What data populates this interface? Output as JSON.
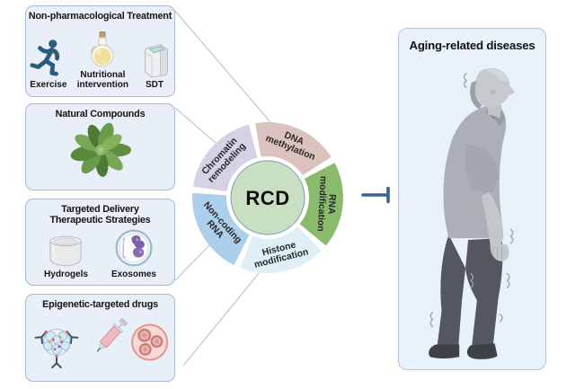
{
  "panels": {
    "box1": {
      "title": "Non-pharmacological Treatment",
      "items": [
        {
          "label": "Exercise"
        },
        {
          "label": "Nutritional intervention"
        },
        {
          "label": "SDT"
        }
      ]
    },
    "box2": {
      "title": "Natural Compounds"
    },
    "box3": {
      "title_line1": "Targeted Delivery",
      "title_line2": "Therapeutic Strategies",
      "items": [
        {
          "label": "Hydrogels"
        },
        {
          "label": "Exosomes"
        }
      ]
    },
    "box4": {
      "title": "Epigenetic-targeted drugs"
    }
  },
  "wheel": {
    "center_label": "RCD",
    "segments": [
      {
        "line1": "DNA",
        "line2": "methylation",
        "color": "#dcc2bc"
      },
      {
        "line1": "RNA",
        "line2": "modification",
        "color": "#8abb6d"
      },
      {
        "line1": "Histone",
        "line2": "modification",
        "color": "#def0f6"
      },
      {
        "line1": "Non-coding",
        "line2": "RNA",
        "color": "#accfeb"
      },
      {
        "line1": "Chromatin",
        "line2": "remodeling",
        "color": "#d7d1e5"
      }
    ]
  },
  "right_panel": {
    "title": "Aging-related diseases"
  },
  "colors": {
    "inhibitor": "#3d6095",
    "connector": "#b7c0cd",
    "wheel_center": "#c9dfc1",
    "wheel_center_border": "#90a7b8"
  }
}
